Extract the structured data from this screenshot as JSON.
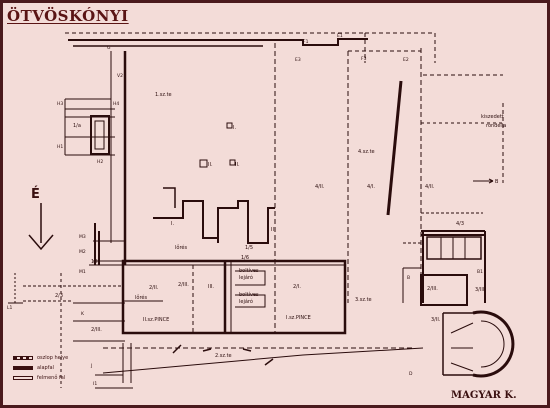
{
  "title": "ÖTVÖSKÓNYI",
  "author": "MAGYAR K.",
  "north_label": "É",
  "legend": [
    {
      "label": "oszlop helye",
      "style": "hatch"
    },
    {
      "label": "alapfal",
      "style": "fill"
    },
    {
      "label": "felmenő fal",
      "style": "empty"
    }
  ],
  "rooms": {
    "r1": "1.sz.te",
    "r4": "4.sz.te",
    "r2": "2.sz.te",
    "r3": "3.sz.te",
    "pince1": "II.sz.PINCE",
    "pince2": "I.sz.PINCE",
    "side_note_1": "kiszedett",
    "side_note_2": "rondella"
  },
  "labels": {
    "l_I": "I.",
    "l_II": "II.",
    "l_III": "III.",
    "l_B": "B",
    "l_kitero": "lőrés",
    "l_kitero2": "lőrés",
    "l_bolt1": "boltíves",
    "l_bolt2": "lejáró",
    "l_bolt3": "boltíves",
    "l_bolt4": "lejáró",
    "l_4_II": "4/II.",
    "l_4_I": "4/I.",
    "l_2_II": "2/II.",
    "l_2_III": "2/III.",
    "l_2_I": "2/I.",
    "l_2_3": "2/3",
    "l_1_5": "1/5",
    "l_1_6": "1/6",
    "l_1_II": "1/II.",
    "l_2_III_b": "2/III.",
    "l_3_II": "3/II.",
    "l_3_III": "3/III.",
    "l_4_3": "4/3",
    "l_4_II_b": "4/II.",
    "l_1a": "1/a",
    "l_2_III_c": "2/III."
  },
  "points": {
    "G": "G",
    "E1": "E1",
    "F1": "F1",
    "E3": "E3",
    "F3": "F3",
    "E2": "E2",
    "V2": "V2",
    "H1": "H1",
    "H2": "H2",
    "H3": "H3",
    "H4": "H4",
    "M1": "M1",
    "M2": "M2",
    "M3": "M3",
    "K": "K",
    "L1": "L1",
    "J": "J",
    "I1": "I1",
    "D": "D",
    "B": "B",
    "B1": "B1"
  }
}
